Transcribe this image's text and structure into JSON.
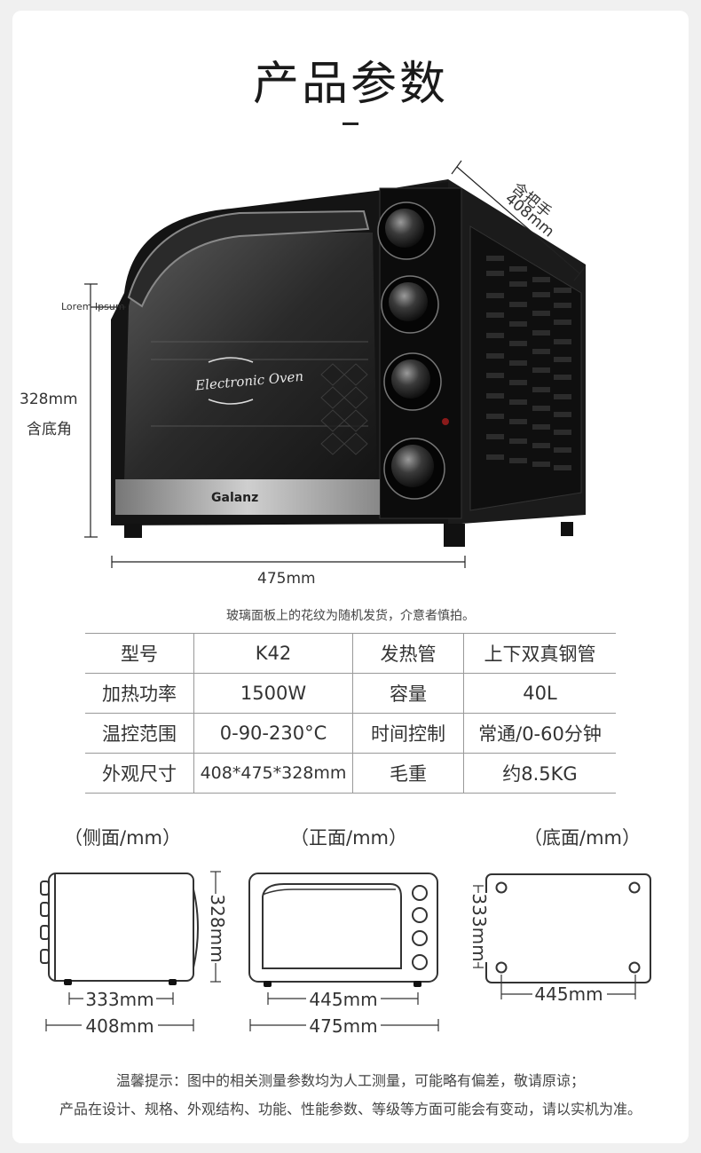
{
  "title": "产品参数",
  "hero": {
    "lorem": "Lorem Ipsum",
    "height_label": "328mm",
    "height_sub": "含底角",
    "depth_label_top": "含把手",
    "depth_label": "408mm",
    "width_label": "475mm",
    "brand": "Galanz",
    "window_text": "Electronic Oven"
  },
  "note": "玻璃面板上的花纹为随机发货，介意者慎拍。",
  "specs": [
    {
      "k1": "型号",
      "v1": "K42",
      "k2": "发热管",
      "v2": "上下双真钢管"
    },
    {
      "k1": "加热功率",
      "v1": "1500W",
      "k2": "容量",
      "v2": "40L"
    },
    {
      "k1": "温控范围",
      "v1": "0-90-230°C",
      "k2": "时间控制",
      "v2": "常通/0-60分钟"
    },
    {
      "k1": "外观尺寸",
      "v1": "408*475*328mm",
      "k2": "毛重",
      "v2": "约8.5KG"
    }
  ],
  "views": {
    "side": {
      "name": "（侧面/mm）",
      "height": "328mm",
      "inner": "333mm",
      "outer": "408mm"
    },
    "front": {
      "name": "（正面/mm）",
      "inner": "445mm",
      "outer": "475mm"
    },
    "bottom": {
      "name": "（底面/mm）",
      "depth": "333mm",
      "width": "445mm"
    }
  },
  "footer": {
    "line1": "温馨提示：图中的相关测量参数均为人工测量，可能略有偏差，敬请原谅；",
    "line2": "产品在设计、规格、外观结构、功能、性能参数、等级等方面可能会有变动，请以实机为准。"
  }
}
